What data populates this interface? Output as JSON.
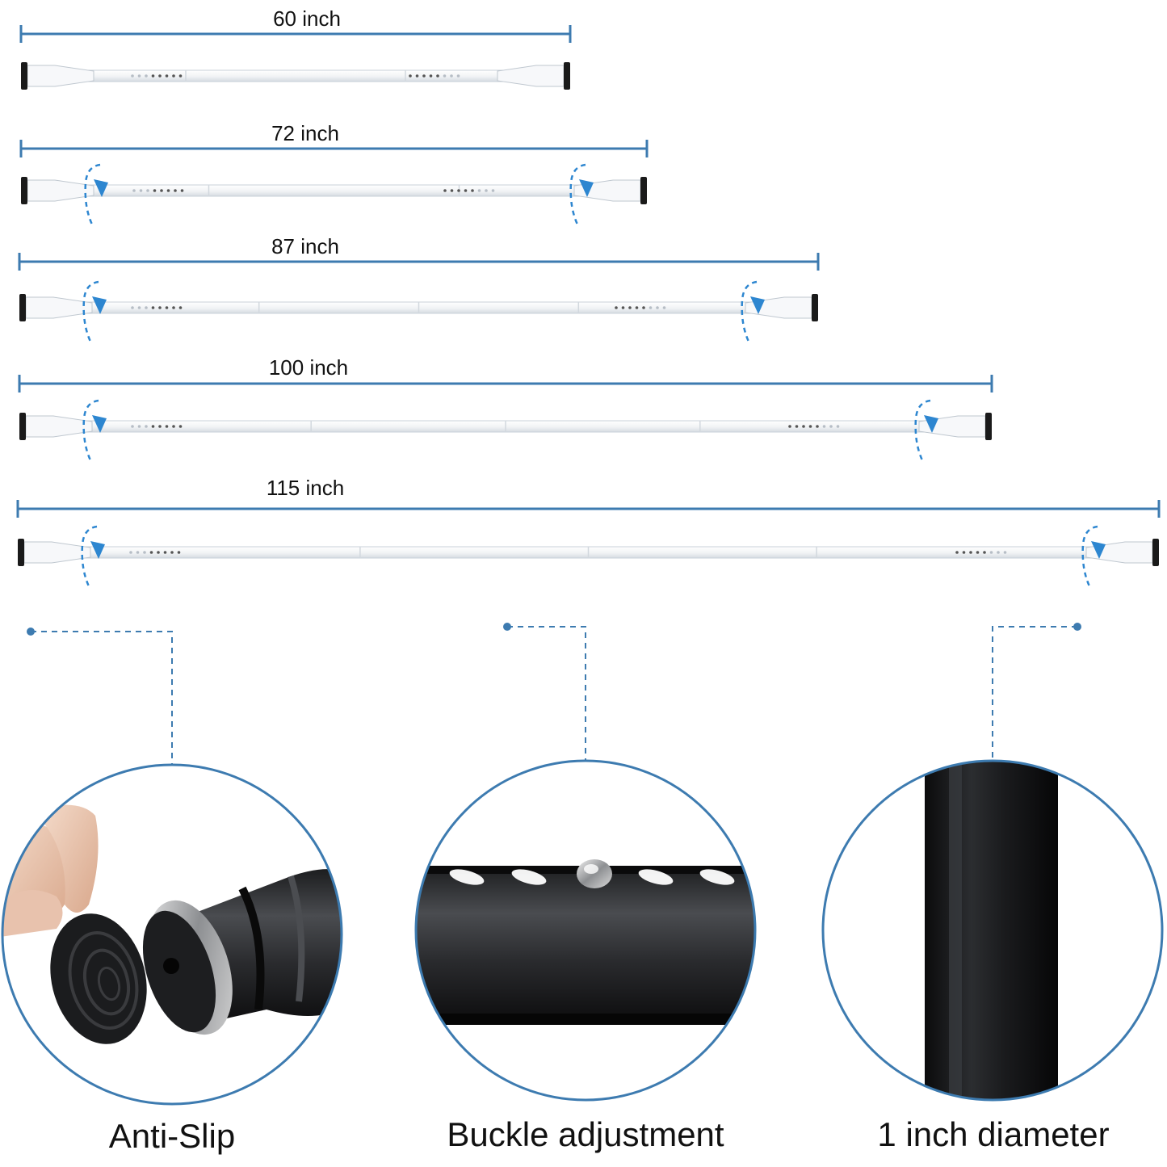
{
  "colors": {
    "accent_blue": "#3d7bb0",
    "arrow_blue": "#2d86d0",
    "rod_white": "#f4f6f8",
    "rod_outline": "#c8d0d8",
    "end_cap_black": "#1a1a1a",
    "pole_black": "#151617",
    "caption_text": "#111111"
  },
  "rods": [
    {
      "label": "60 inch",
      "has_rotation_arrows": false
    },
    {
      "label": "72 inch",
      "has_rotation_arrows": true
    },
    {
      "label": "87 inch",
      "has_rotation_arrows": true
    },
    {
      "label": "100 inch",
      "has_rotation_arrows": true
    },
    {
      "label": "115 inch",
      "has_rotation_arrows": true
    }
  ],
  "features": [
    {
      "caption": "Anti-Slip",
      "photo": "rubber-foot-pad"
    },
    {
      "caption": "Buckle adjustment",
      "photo": "snap-button-holes"
    },
    {
      "caption": "1 inch diameter",
      "photo": "black-pole-section"
    }
  ]
}
